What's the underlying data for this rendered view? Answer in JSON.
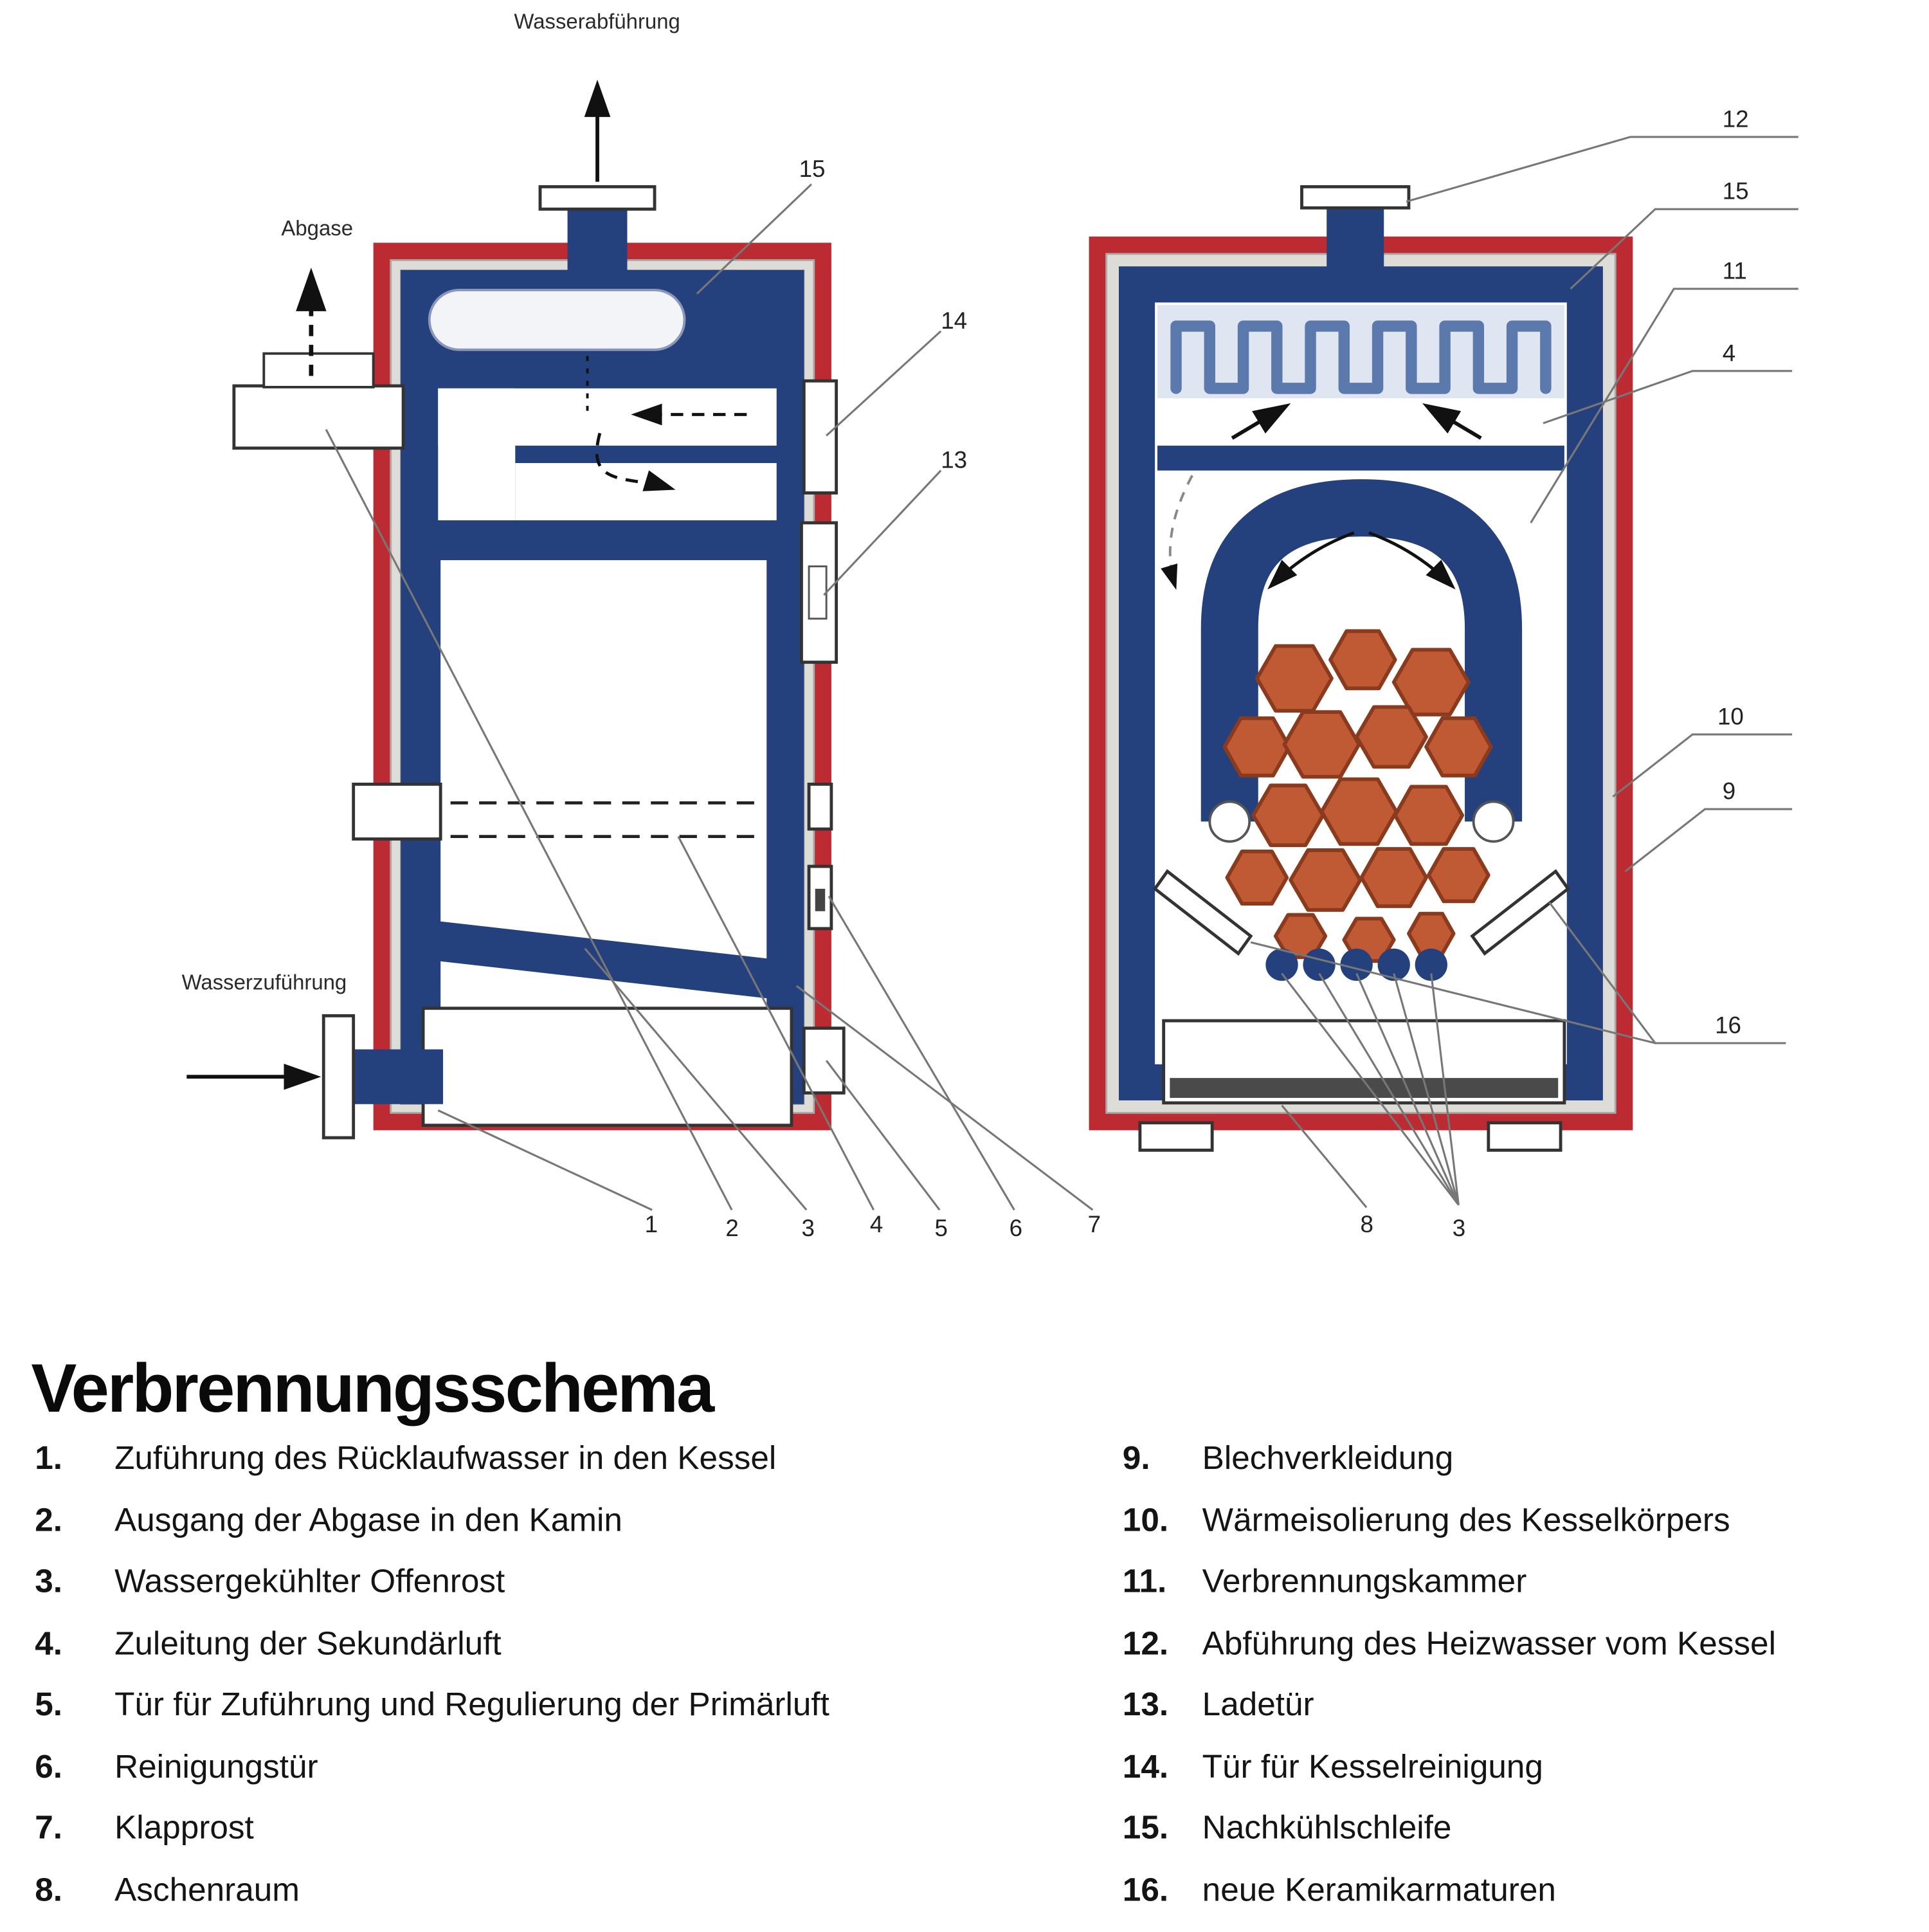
{
  "title": "Verbrennungsschema",
  "colors": {
    "red": "#bc2b32",
    "blue": "#24417e",
    "brick": "#c05a35",
    "insulation": "#dedcd6"
  },
  "diagram": {
    "left": {
      "water_out_label": "Wasserabführung",
      "abgase_label": "Abgase",
      "water_in_label": "Wasserzuführung",
      "callout_15": "15",
      "callout_14": "14",
      "callout_13": "13",
      "bottom_callouts": [
        "1",
        "2",
        "3",
        "4",
        "5",
        "6",
        "7"
      ]
    },
    "right": {
      "callout_12": "12",
      "callout_15": "15",
      "callout_11": "11",
      "callout_4": "4",
      "callout_10": "10",
      "callout_9": "9",
      "callout_16": "16",
      "callout_8": "8",
      "callout_3": "3"
    }
  },
  "legend": {
    "left": [
      {
        "num": "1.",
        "text": "Zuführung des Rücklaufwasser in den Kessel"
      },
      {
        "num": "2.",
        "text": "Ausgang der Abgase in den Kamin"
      },
      {
        "num": "3.",
        "text": "Wassergekühlter Offenrost"
      },
      {
        "num": "4.",
        "text": "Zuleitung der Sekundärluft"
      },
      {
        "num": "5.",
        "text": "Tür für Zuführung und Regulierung der Primärluft"
      },
      {
        "num": "6.",
        "text": "Reinigungstür"
      },
      {
        "num": "7.",
        "text": "Klapprost"
      },
      {
        "num": "8.",
        "text": "Aschenraum"
      }
    ],
    "right": [
      {
        "num": "9.",
        "text": "Blechverkleidung"
      },
      {
        "num": "10.",
        "text": "Wärmeisolierung des Kesselkörpers"
      },
      {
        "num": "11.",
        "text": "Verbrennungskammer"
      },
      {
        "num": "12.",
        "text": "Abführung des Heizwasser vom Kessel"
      },
      {
        "num": "13.",
        "text": "Ladetür"
      },
      {
        "num": "14.",
        "text": "Tür für Kesselreinigung"
      },
      {
        "num": "15.",
        "text": "Nachkühlschleife"
      },
      {
        "num": "16.",
        "text": "neue Keramikarmaturen"
      }
    ]
  }
}
